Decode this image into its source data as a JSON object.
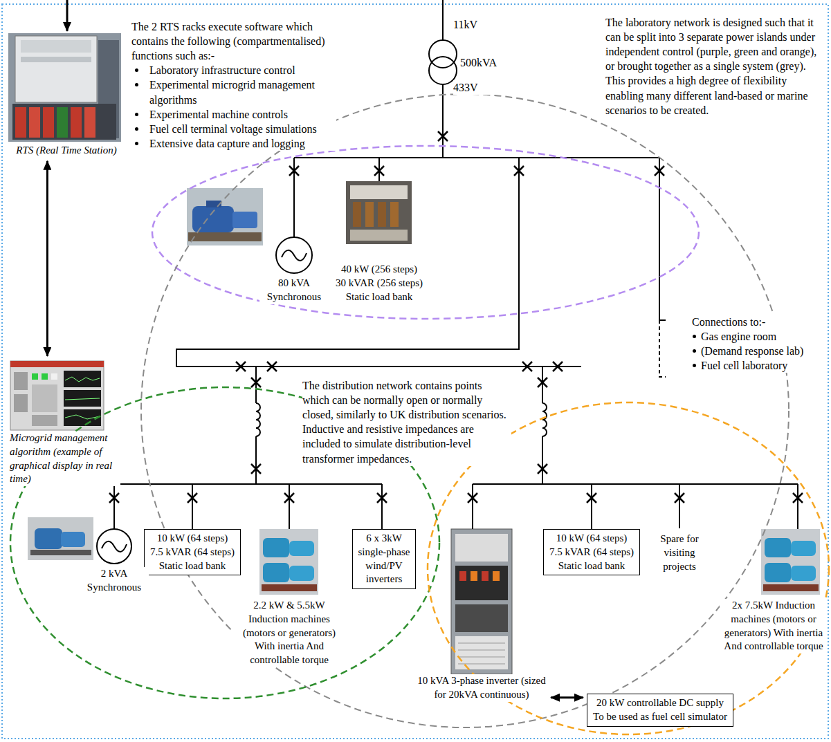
{
  "diagram": {
    "nodes": [
      {
        "text": [
          "RTS (Real Time Station)"
        ]
      },
      {
        "text": [
          "Microgrid management algorithm (example of graphical display in real time)"
        ]
      },
      {
        "text": [
          "10 kW (64 steps) 7.5 kVAR (64 steps) Static load bank"
        ]
      },
      {
        "text": [
          "6 x 3kW single-phase wind/PV inverters"
        ]
      },
      {
        "text": [
          "10 kVA 3-phase inverter (sized for 20kVA continuous)"
        ]
      },
      {
        "text": [
          "10 kW (64 steps) 7.5 kVAR (64 steps) Static load bank"
        ]
      },
      {
        "text": [
          "20 kW controllable DC supply To be used as fuel cell simulator"
        ]
      }
    ],
    "edges": [
      {
        "from": 0,
        "to": 1,
        "arrow": "both"
      },
      {
        "from": 4,
        "to": 6,
        "arrow": "both"
      }
    ],
    "labels": [
      "The 2 RTS racks execute software which contains the following (compartmentalised) functions such as:-",
      "Laboratory infrastructure control",
      "Experimental microgrid management algorithms",
      "Experimental machine controls",
      "Fuel cell terminal voltage simulations",
      "Extensive data capture and logging",
      "11kV",
      "The laboratory network is designed such that it can be split into 3 separate power islands under independent control (purple, green and orange), or brought together as a single system (grey). This provides a high degree of flexibility enabling many different land-based or marine scenarios to be created.",
      "500kVA",
      "433V",
      "80 kVA Synchronous",
      "40 kW (256 steps) 30 kVAR (256 steps) Static load bank",
      "Connections to:-",
      "Gas engine room",
      "(Demand response lab)",
      "Fuel cell laboratory",
      "The distribution network contains points which can be normally open or normally closed, similarly to UK distribution scenarios. Inductive and resistive impedances are included to simulate distribution-level transformer impedances.",
      "2 kVA Synchronous",
      "2.2 kW & 5.5kW Induction machines (motors or generators) With inertia And controllable torque",
      "Spare for visiting projects",
      "2x 7.5kW Induction machines (motors or generators) With inertia And controllable torque"
    ]
  }
}
